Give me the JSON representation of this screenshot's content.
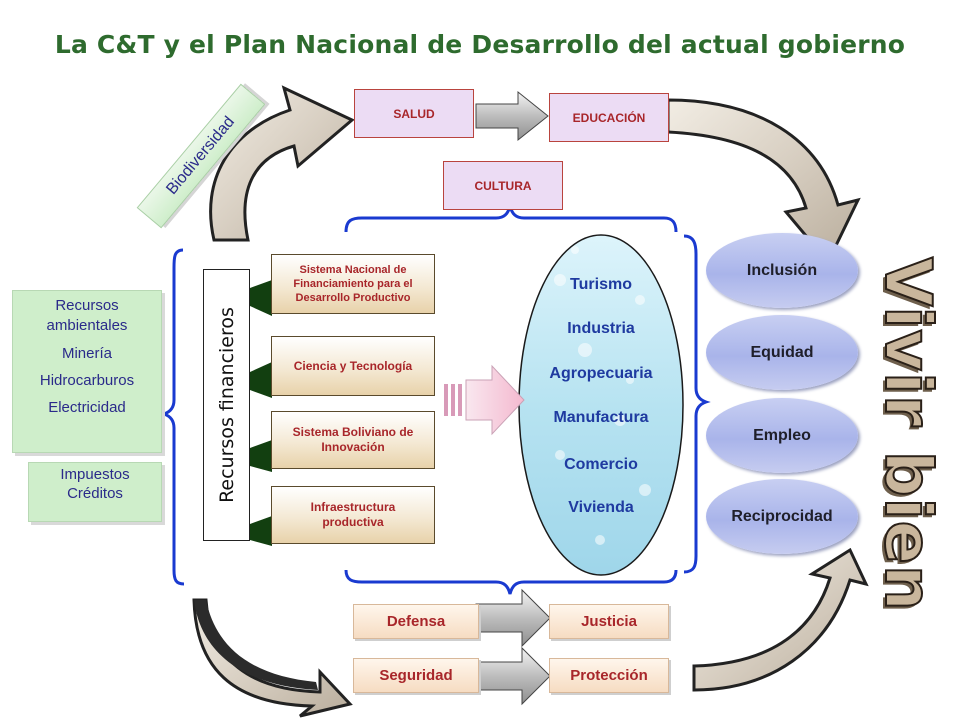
{
  "title": "La C&T y el Plan Nacional de Desarrollo del actual gobierno",
  "top_boxes": {
    "salud": "SALUD",
    "educacion": "EDUCACIÓN",
    "cultura": "CULTURA"
  },
  "biodiversidad": "Biodiversidad",
  "left_resources": [
    "Recursos ambientales",
    "Minería",
    "Hidrocarburos",
    "Electricidad"
  ],
  "impuestos": [
    "Impuestos",
    "Créditos"
  ],
  "recursos_financieros": "Recursos financieros",
  "financial_programs": [
    "Sistema Nacional de Financiamiento para el Desarrollo Productivo",
    "Ciencia y Tecnología",
    "Sistema Boliviano de Innovación",
    "Infraestructura productiva"
  ],
  "sectors": [
    "Turismo",
    "Industria",
    "Agropecuaria",
    "Manufactura",
    "Comercio",
    "Vivienda"
  ],
  "values": [
    "Inclusión",
    "Equidad",
    "Empleo",
    "Reciprocidad"
  ],
  "motto": "Vivir bien",
  "bottom_pairs": [
    {
      "from": "Defensa",
      "to": "Justicia"
    },
    {
      "from": "Seguridad",
      "to": "Protección"
    }
  ],
  "colors": {
    "title": "#2e6b2e",
    "box_text": "#a8262a",
    "sector_text": "#1f3aa0",
    "brace": "#1a3ad0"
  }
}
